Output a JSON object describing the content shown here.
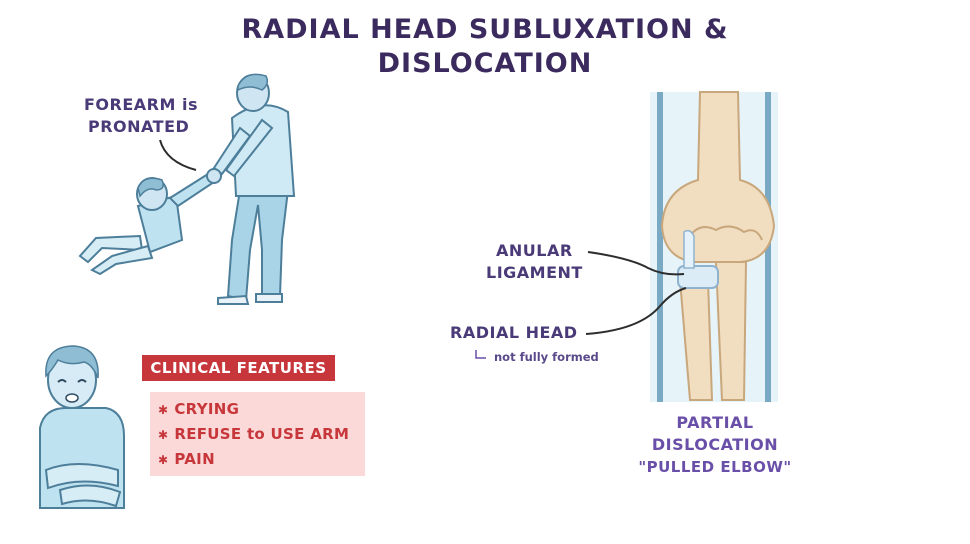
{
  "title": {
    "line1": "RADIAL HEAD SUBLUXATION &",
    "line2": "DISLOCATION"
  },
  "left_label": {
    "line1": "FOREARM is",
    "line2": "PRONATED"
  },
  "clinical_features": {
    "header": "CLINICAL FEATURES",
    "items": [
      "CRYING",
      "REFUSE to USE ARM",
      "PAIN"
    ]
  },
  "elbow_labels": {
    "anular_line1": "ANULAR",
    "anular_line2": "LIGAMENT",
    "radial_head": "RADIAL HEAD",
    "radial_note": "not fully formed"
  },
  "caption": {
    "line1": "PARTIAL",
    "line2": "DISLOCATION",
    "line3": "\"PULLED ELBOW\""
  },
  "colors": {
    "title": "#3b2a5e",
    "label": "#4a3b78",
    "caption": "#6a4fa8",
    "accent_red": "#c7363a",
    "feature_bg": "#fbd9d8",
    "figure_blue": "#bfe2f0",
    "bone": "#f1ddc0",
    "ligament": "#dcecf7"
  }
}
